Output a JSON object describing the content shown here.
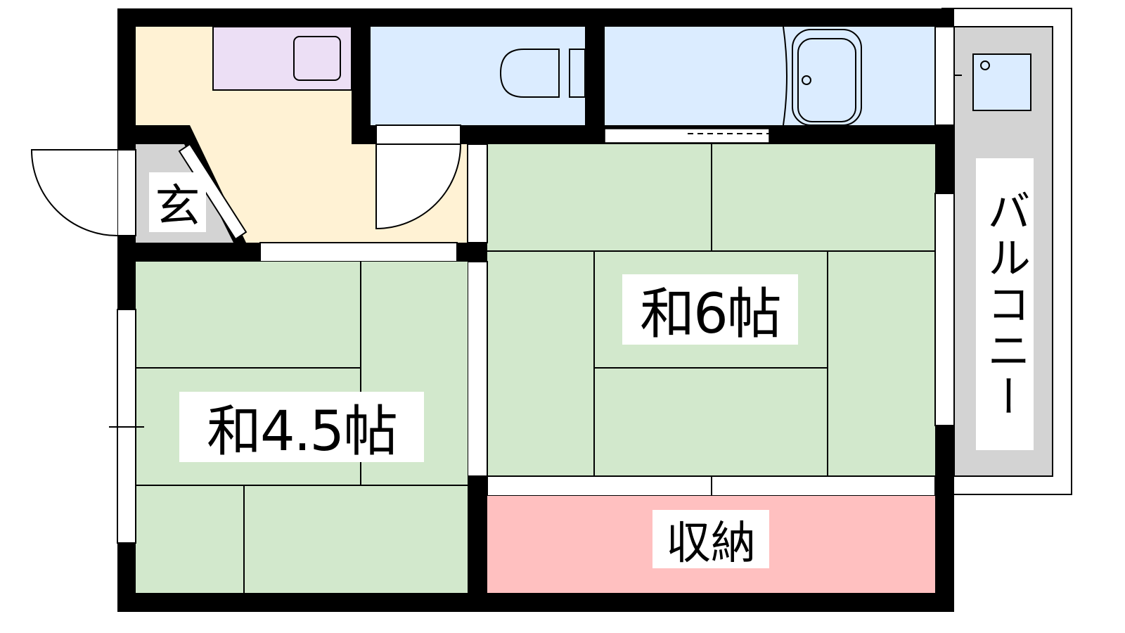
{
  "floorplan": {
    "rooms": {
      "genkan": "玄",
      "washitsu_6": "和6帖",
      "washitsu_4_5": "和4.5帖",
      "storage": "収納",
      "balcony": "バルコニー"
    },
    "colors": {
      "wall": "#000000",
      "hall": "#fff2d4",
      "washroom": "#ecdff5",
      "wet_area": "#dbecff",
      "tatami": "#d2e8cc",
      "storage": "#ffc0c0",
      "genkan": "#d3d3d3",
      "balcony": "#d3d3d3"
    }
  }
}
